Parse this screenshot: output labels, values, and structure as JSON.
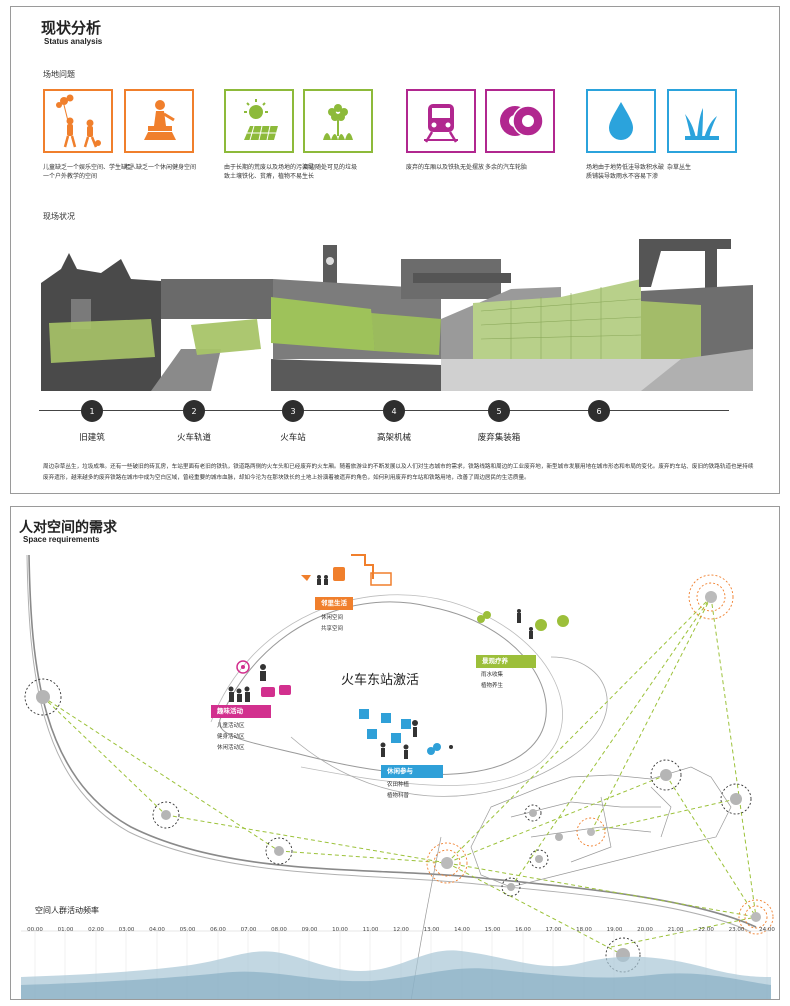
{
  "colors": {
    "orange": "#f07f2c",
    "green": "#8dba3a",
    "magenta": "#b1278f",
    "blue": "#2ba3dc",
    "pink": "#d2308e",
    "teal": "#2fa0d8",
    "lime": "#9cbf3a",
    "dash": "#9cc23a"
  },
  "top": {
    "title_cn": "现状分析",
    "title_en": "Status analysis",
    "issues_heading": "场地问题",
    "issues": [
      {
        "icon": "children-balloon-icon",
        "color": "#f07f2c",
        "text": "儿童缺乏一个娱乐空间、学生缺乏一个户外教学的空间"
      },
      {
        "icon": "elderly-exercise-icon",
        "color": "#f07f2c",
        "text": "老人缺乏一个休闲健身空间"
      },
      {
        "icon": "solar-panel-icon",
        "color": "#8dba3a",
        "text": "由于长期的荒废以及场地的污染导致土壤铁化、贫瘠，植物不易生长"
      },
      {
        "icon": "plant-flower-icon",
        "color": "#8dba3a",
        "text": "周边随处可见的垃圾"
      },
      {
        "icon": "train-icon",
        "color": "#b1278f",
        "text": "废弃的车厢以及铁轨无处摆放"
      },
      {
        "icon": "tire-icon",
        "color": "#b1278f",
        "text": "多余的汽车轮胎"
      },
      {
        "icon": "water-drop-icon",
        "color": "#2ba3dc",
        "text": "场地由于地势低洼导致积水破质铺装导致雨水不容易下渗"
      },
      {
        "icon": "weeds-icon",
        "color": "#2ba3dc",
        "text": "杂草丛生"
      }
    ],
    "site_heading": "现场状况",
    "nodes": [
      {
        "num": "1",
        "label": "旧建筑"
      },
      {
        "num": "2",
        "label": "火车轨道"
      },
      {
        "num": "3",
        "label": "火车站"
      },
      {
        "num": "4",
        "label": "高架机械"
      },
      {
        "num": "5",
        "label": "废弃集装箱"
      },
      {
        "num": "6",
        "label": ""
      }
    ],
    "paragraph": "周边杂草丛生，垃圾成堆。还有一些破旧的砖瓦房，车站里面有老旧的铁轨，铁道路两侧的火车头和已经废弃的火车厢。随着旅游业的不断发展以及人们对生态城市的需求，铁路线路和周边的工业废弃地，新型城市发展用地在城市形态和布局的变化。废弃的车站、废旧的铁路轨道也是持续废弃遗形，越来越多的废弃铁路在城市中成为空白区域，曾经重要的城市血脉，却如今沦为在那块铁长的土地上扮演着被遗弃的角色，如何利用废弃的车站和铁路用地，改善了周边居民的生活质量。"
  },
  "bottom": {
    "title_cn": "人对空间的需求",
    "title_en": "Space requirements",
    "center_label": "火车东站激活",
    "tags": [
      {
        "label": "邻里生活",
        "color": "#f07f2c",
        "items": [
          "休闲空间",
          "共享空间"
        ]
      },
      {
        "label": "景观疗养",
        "color": "#9cbf3a",
        "items": [
          "雨水收集",
          "植物养生"
        ]
      },
      {
        "label": "趣味活动",
        "color": "#d2308e",
        "items": [
          "儿童活动区",
          "健身活动区",
          "休闲活动区"
        ]
      },
      {
        "label": "休闲参与",
        "color": "#2fa0d8",
        "items": [
          "农田种植",
          "植物科普"
        ]
      }
    ],
    "frequency_heading": "空间人群活动频率",
    "times": [
      "00.00",
      "01.00",
      "02.00",
      "03.00",
      "04.00",
      "05.00",
      "06.00",
      "07.00",
      "08.00",
      "09.00",
      "10.00",
      "11.00",
      "12.00",
      "13.00",
      "14.00",
      "15.00",
      "16.00",
      "17.00",
      "18.00",
      "19.00",
      "20.00",
      "21.00",
      "22.00",
      "23.00",
      "24.00"
    ]
  }
}
